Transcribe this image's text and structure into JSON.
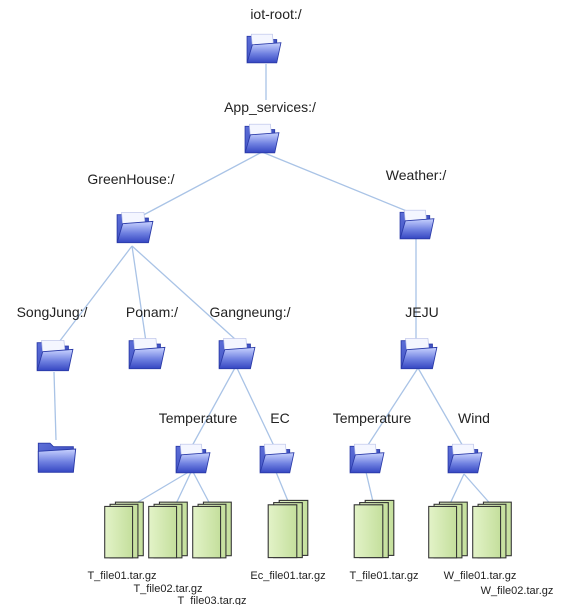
{
  "nodes": {
    "root": {
      "label": "iot-root:/",
      "icon": "folder-icon"
    },
    "app_services": {
      "label": "App_services:/",
      "icon": "folder-icon"
    },
    "greenhouse": {
      "label": "GreenHouse:/",
      "icon": "folder-icon"
    },
    "weather": {
      "label": "Weather:/",
      "icon": "folder-icon"
    },
    "songjung": {
      "label": "SongJung:/",
      "icon": "folder-icon"
    },
    "ponam": {
      "label": "Ponam:/",
      "icon": "folder-icon"
    },
    "gangneung": {
      "label": "Gangneung:/",
      "icon": "folder-icon"
    },
    "jeju": {
      "label": "JEJU",
      "icon": "folder-icon"
    },
    "songjung_child": {
      "label": "",
      "icon": "folder-closed-icon"
    },
    "gang_temperature": {
      "label": "Temperature",
      "icon": "folder-icon"
    },
    "gang_ec": {
      "label": "EC",
      "icon": "folder-icon"
    },
    "jeju_temperature": {
      "label": "Temperature",
      "icon": "folder-icon"
    },
    "jeju_wind": {
      "label": "Wind",
      "icon": "folder-icon"
    }
  },
  "files": {
    "t1": {
      "label": "T_file01.tar.gz",
      "icon": "file-stack-icon"
    },
    "t2": {
      "label": "T_file02.tar.gz",
      "icon": "file-stack-icon"
    },
    "t3": {
      "label": "T_file03.tar.gz",
      "icon": "file-stack-icon"
    },
    "ec1": {
      "label": "Ec_file01.tar.gz",
      "icon": "file-stack-icon"
    },
    "jt1": {
      "label": "T_file01.tar.gz",
      "icon": "file-stack-icon"
    },
    "w1": {
      "label": "W_file01.tar.gz",
      "icon": "file-stack-icon"
    },
    "w2": {
      "label": "W_file02.tar.gz",
      "icon": "file-stack-icon"
    }
  },
  "colors": {
    "link": "#a9c3e6",
    "folder_dark": "#3a4fc8",
    "folder_light": "#dfe4ff",
    "file_fill": "#d6ecb4",
    "file_stroke": "#333333"
  }
}
